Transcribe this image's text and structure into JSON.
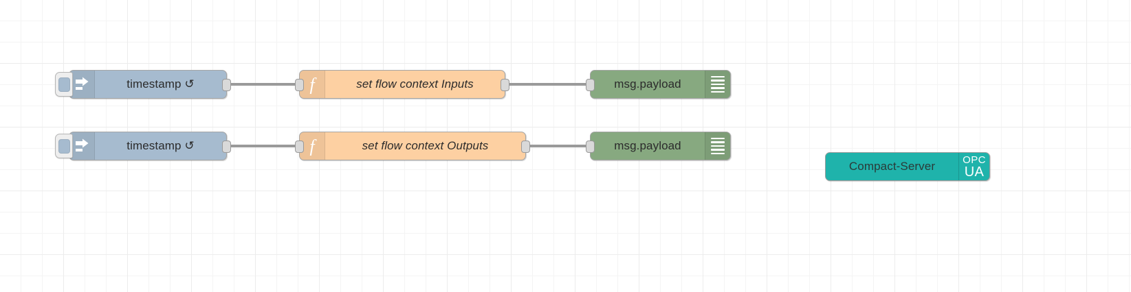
{
  "canvas": {
    "grid_minor_color": "#f4f4f4",
    "grid_major_color": "#ececec",
    "background": "#ffffff"
  },
  "palette": {
    "inject_color": "#a6bbcf",
    "function_color": "#fdd0a2",
    "debug_color": "#87a980",
    "opcua_color": "#1fb3ab",
    "wire_color": "#9a9a9a",
    "port_color": "#d9d9d9"
  },
  "flows": [
    {
      "id": "row-1",
      "nodes": {
        "inject": {
          "label": "timestamp ↺",
          "icon": "inject-arrow-icon",
          "button": "inject-trigger-button"
        },
        "function": {
          "label": "set flow context Inputs",
          "icon": "function-f-icon"
        },
        "debug": {
          "label": "msg.payload",
          "icon": "debug-bars-icon",
          "button": "debug-enable-button"
        }
      }
    },
    {
      "id": "row-2",
      "nodes": {
        "inject": {
          "label": "timestamp ↺",
          "icon": "inject-arrow-icon",
          "button": "inject-trigger-button"
        },
        "function": {
          "label": "set flow context Outputs",
          "icon": "function-f-icon"
        },
        "debug": {
          "label": "msg.payload",
          "icon": "debug-bars-icon",
          "button": "debug-enable-button"
        }
      }
    }
  ],
  "config_nodes": [
    {
      "id": "opcua-server",
      "label": "Compact-Server",
      "icon_line1": "OPC",
      "icon_line2": "UA"
    }
  ]
}
